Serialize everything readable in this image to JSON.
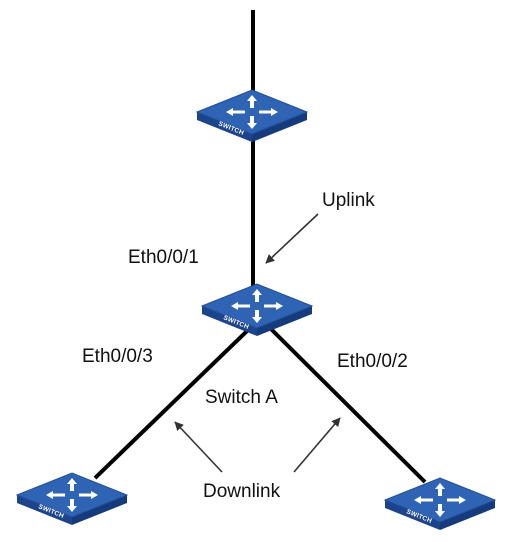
{
  "device_label": "SWITCH",
  "labels": {
    "uplink": "Uplink",
    "eth_001": "Eth0/0/1",
    "eth_003": "Eth0/0/3",
    "eth_002": "Eth0/0/2",
    "switch_a": "Switch A",
    "downlink": "Downlink"
  },
  "colors": {
    "device_top": "#2f63b4",
    "device_side": "#1f4a95",
    "device_front": "#173d80",
    "link": "#000000",
    "arrow": "#333333"
  }
}
